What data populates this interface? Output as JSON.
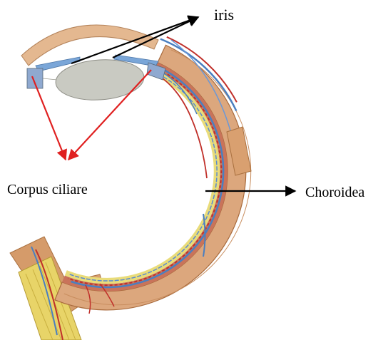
{
  "labels": {
    "iris": "iris",
    "corpus_ciliare": "Corpus ciliare",
    "choroidea": "Choroidea"
  },
  "colors": {
    "pointer_black": "#000000",
    "pointer_red": "#e02020",
    "sclera": "#dca77d",
    "choroid": "#c9735a",
    "retina": "#e9dc7a",
    "lens": "#c9cac2",
    "iris_tissue": "#7aa6d8",
    "vessel_red": "#c0302a",
    "vessel_blue": "#4a7fc0"
  }
}
